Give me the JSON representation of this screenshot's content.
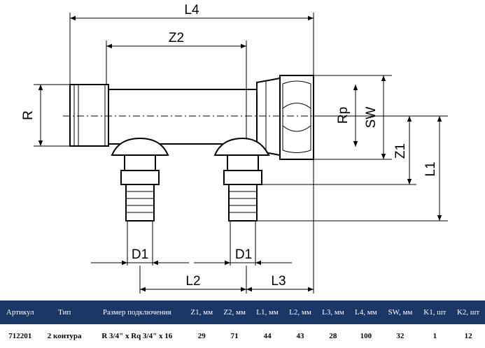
{
  "diagram": {
    "labels": {
      "l4": "L4",
      "z2": "Z2",
      "r": "R",
      "rp": "Rp",
      "sw": "SW",
      "z1": "Z1",
      "l1": "L1",
      "d1_left": "D1",
      "d1_right": "D1",
      "l2": "L2",
      "l3": "L3"
    }
  },
  "table": {
    "headers": [
      "Артикул",
      "Тип",
      "Размер подключения",
      "Z1, мм",
      "Z2, мм",
      "L1, мм",
      "L2, мм",
      "L3, мм",
      "L4, мм",
      "SW, мм",
      "K1, шт",
      "K2, шт"
    ],
    "rows": [
      [
        "712201",
        "2 контура",
        "R 3/4\" x Rq 3/4\" x 16",
        "29",
        "71",
        "44",
        "43",
        "28",
        "100",
        "32",
        "1",
        "12"
      ]
    ]
  },
  "colors": {
    "header_bg": "#1b3766",
    "header_text": "#ffffff"
  }
}
